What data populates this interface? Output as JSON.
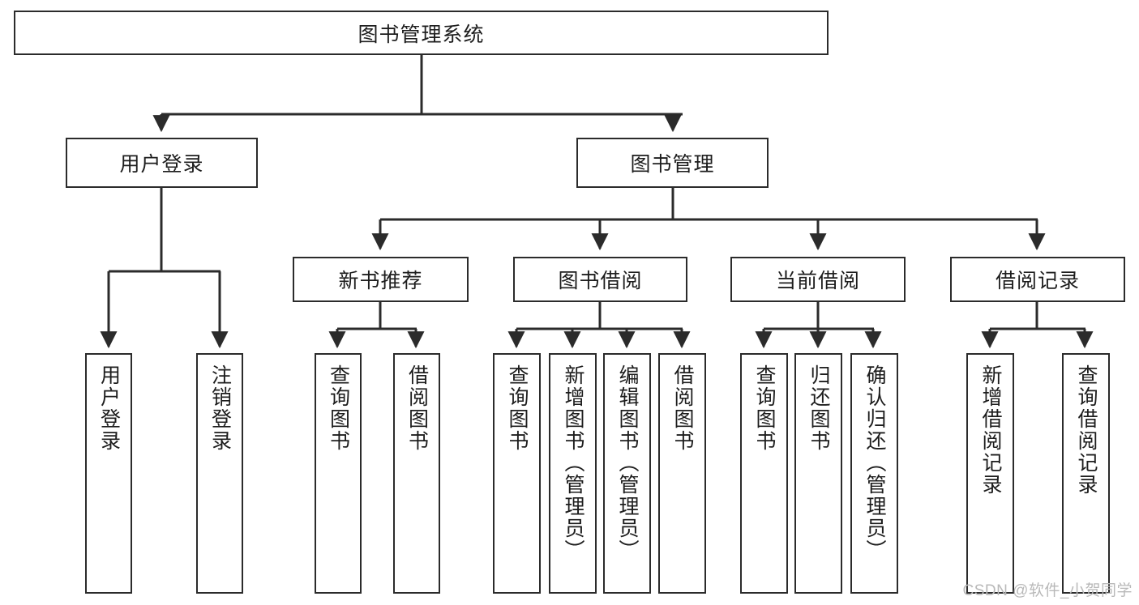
{
  "diagram": {
    "type": "tree-hierarchy-chart",
    "title_node": {
      "id": "root",
      "label": "图书管理系统"
    },
    "level2": [
      {
        "id": "user-login",
        "label": "用户登录"
      },
      {
        "id": "book-manage",
        "label": "图书管理"
      }
    ],
    "level3": [
      {
        "id": "new-book-recommend",
        "label": "新书推荐",
        "parent": "book-manage"
      },
      {
        "id": "book-borrow",
        "label": "图书借阅",
        "parent": "book-manage"
      },
      {
        "id": "current-borrow",
        "label": "当前借阅",
        "parent": "book-manage"
      },
      {
        "id": "borrow-record",
        "label": "借阅记录",
        "parent": "book-manage"
      }
    ],
    "leaves": [
      {
        "id": "leaf-user-login",
        "label": "用户登录",
        "parent": "user-login"
      },
      {
        "id": "leaf-logout-login",
        "label": "注销登录",
        "parent": "user-login"
      },
      {
        "id": "leaf-query-book-1",
        "label": "查询图书",
        "parent": "new-book-recommend"
      },
      {
        "id": "leaf-borrow-book-1",
        "label": "借阅图书",
        "parent": "new-book-recommend"
      },
      {
        "id": "leaf-query-book-2",
        "label": "查询图书",
        "parent": "book-borrow"
      },
      {
        "id": "leaf-add-book",
        "label": "新增图书（管理员）",
        "parent": "book-borrow"
      },
      {
        "id": "leaf-edit-book",
        "label": "编辑图书（管理员）",
        "parent": "book-borrow"
      },
      {
        "id": "leaf-borrow-book-2",
        "label": "借阅图书",
        "parent": "book-borrow"
      },
      {
        "id": "leaf-query-book-3",
        "label": "查询图书",
        "parent": "current-borrow"
      },
      {
        "id": "leaf-return-book",
        "label": "归还图书",
        "parent": "current-borrow"
      },
      {
        "id": "leaf-confirm-return",
        "label": "确认归还（管理员）",
        "parent": "current-borrow"
      },
      {
        "id": "leaf-add-record",
        "label": "新增借阅记录",
        "parent": "borrow-record"
      },
      {
        "id": "leaf-query-record",
        "label": "查询借阅记录",
        "parent": "borrow-record"
      }
    ],
    "watermark": "CSDN @软件_小贺同学",
    "colors": {
      "stroke": "#2b2b2b",
      "background": "#ffffff",
      "text": "#1d1d1d",
      "watermark": "#b9b9b9"
    }
  }
}
